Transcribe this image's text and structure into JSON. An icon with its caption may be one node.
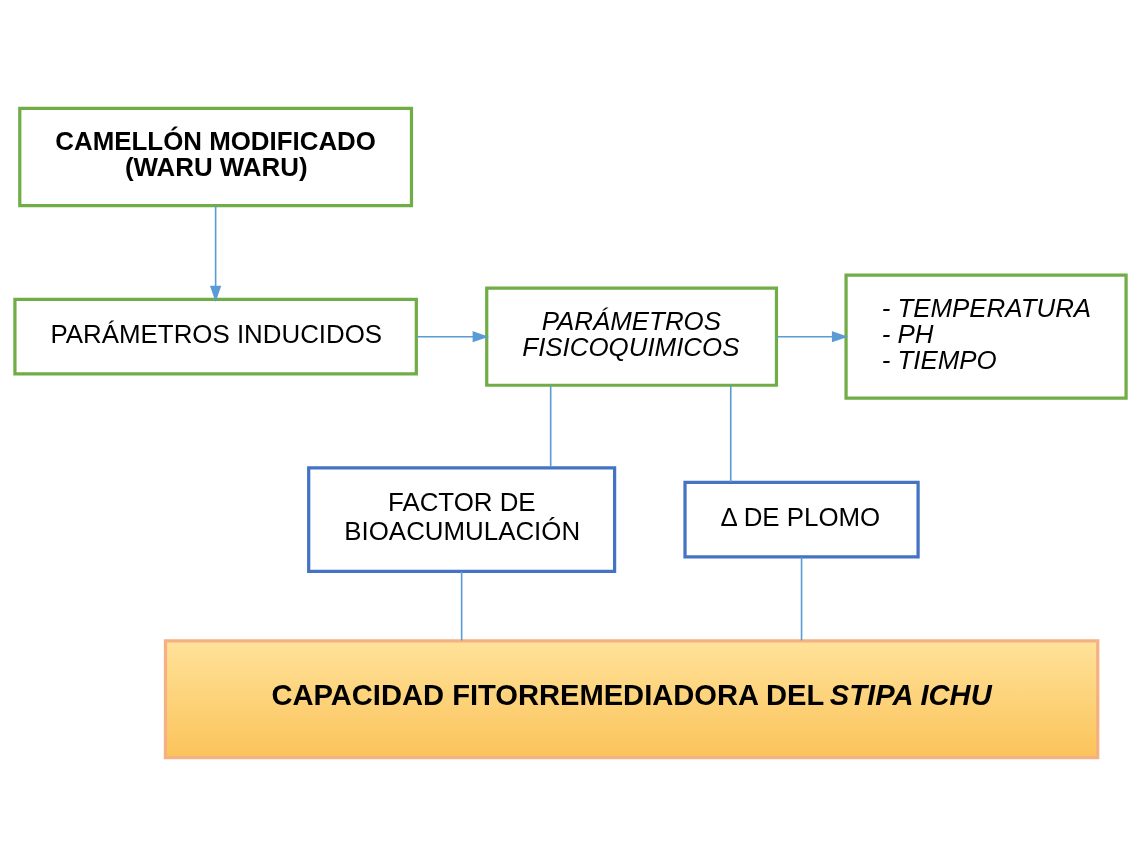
{
  "diagram": {
    "nodes": [
      {
        "text": [
          "CAMELLÓN MODIFICADO (WARU WARU)"
        ]
      },
      {
        "text": [
          "PARÁMETROS INDUCIDOS"
        ]
      },
      {
        "text": [
          "PARÁMETROS FISICOQUIMICOS"
        ]
      },
      {
        "text": [
          "- TEMPERATURA",
          "- PH",
          "- TIEMPO"
        ]
      },
      {
        "text": [
          "FACTOR DE BIOACUMULACIÓN"
        ]
      },
      {
        "text": [
          "Δ DE PLOMO"
        ]
      },
      {
        "text": [
          "CAPACIDAD FITORREMEDIADORA DEL *STIPA ICHU*"
        ]
      }
    ],
    "edges": [
      {
        "from": 0,
        "to": 1,
        "arrow": "to"
      },
      {
        "from": 1,
        "to": 2,
        "arrow": "to"
      },
      {
        "from": 2,
        "to": 3,
        "arrow": "to"
      },
      {
        "from": 2,
        "to": 4,
        "arrow": "none"
      },
      {
        "from": 2,
        "to": 5,
        "arrow": "none"
      },
      {
        "from": 4,
        "to": 6,
        "arrow": "none"
      },
      {
        "from": 5,
        "to": 6,
        "arrow": "none"
      }
    ]
  }
}
